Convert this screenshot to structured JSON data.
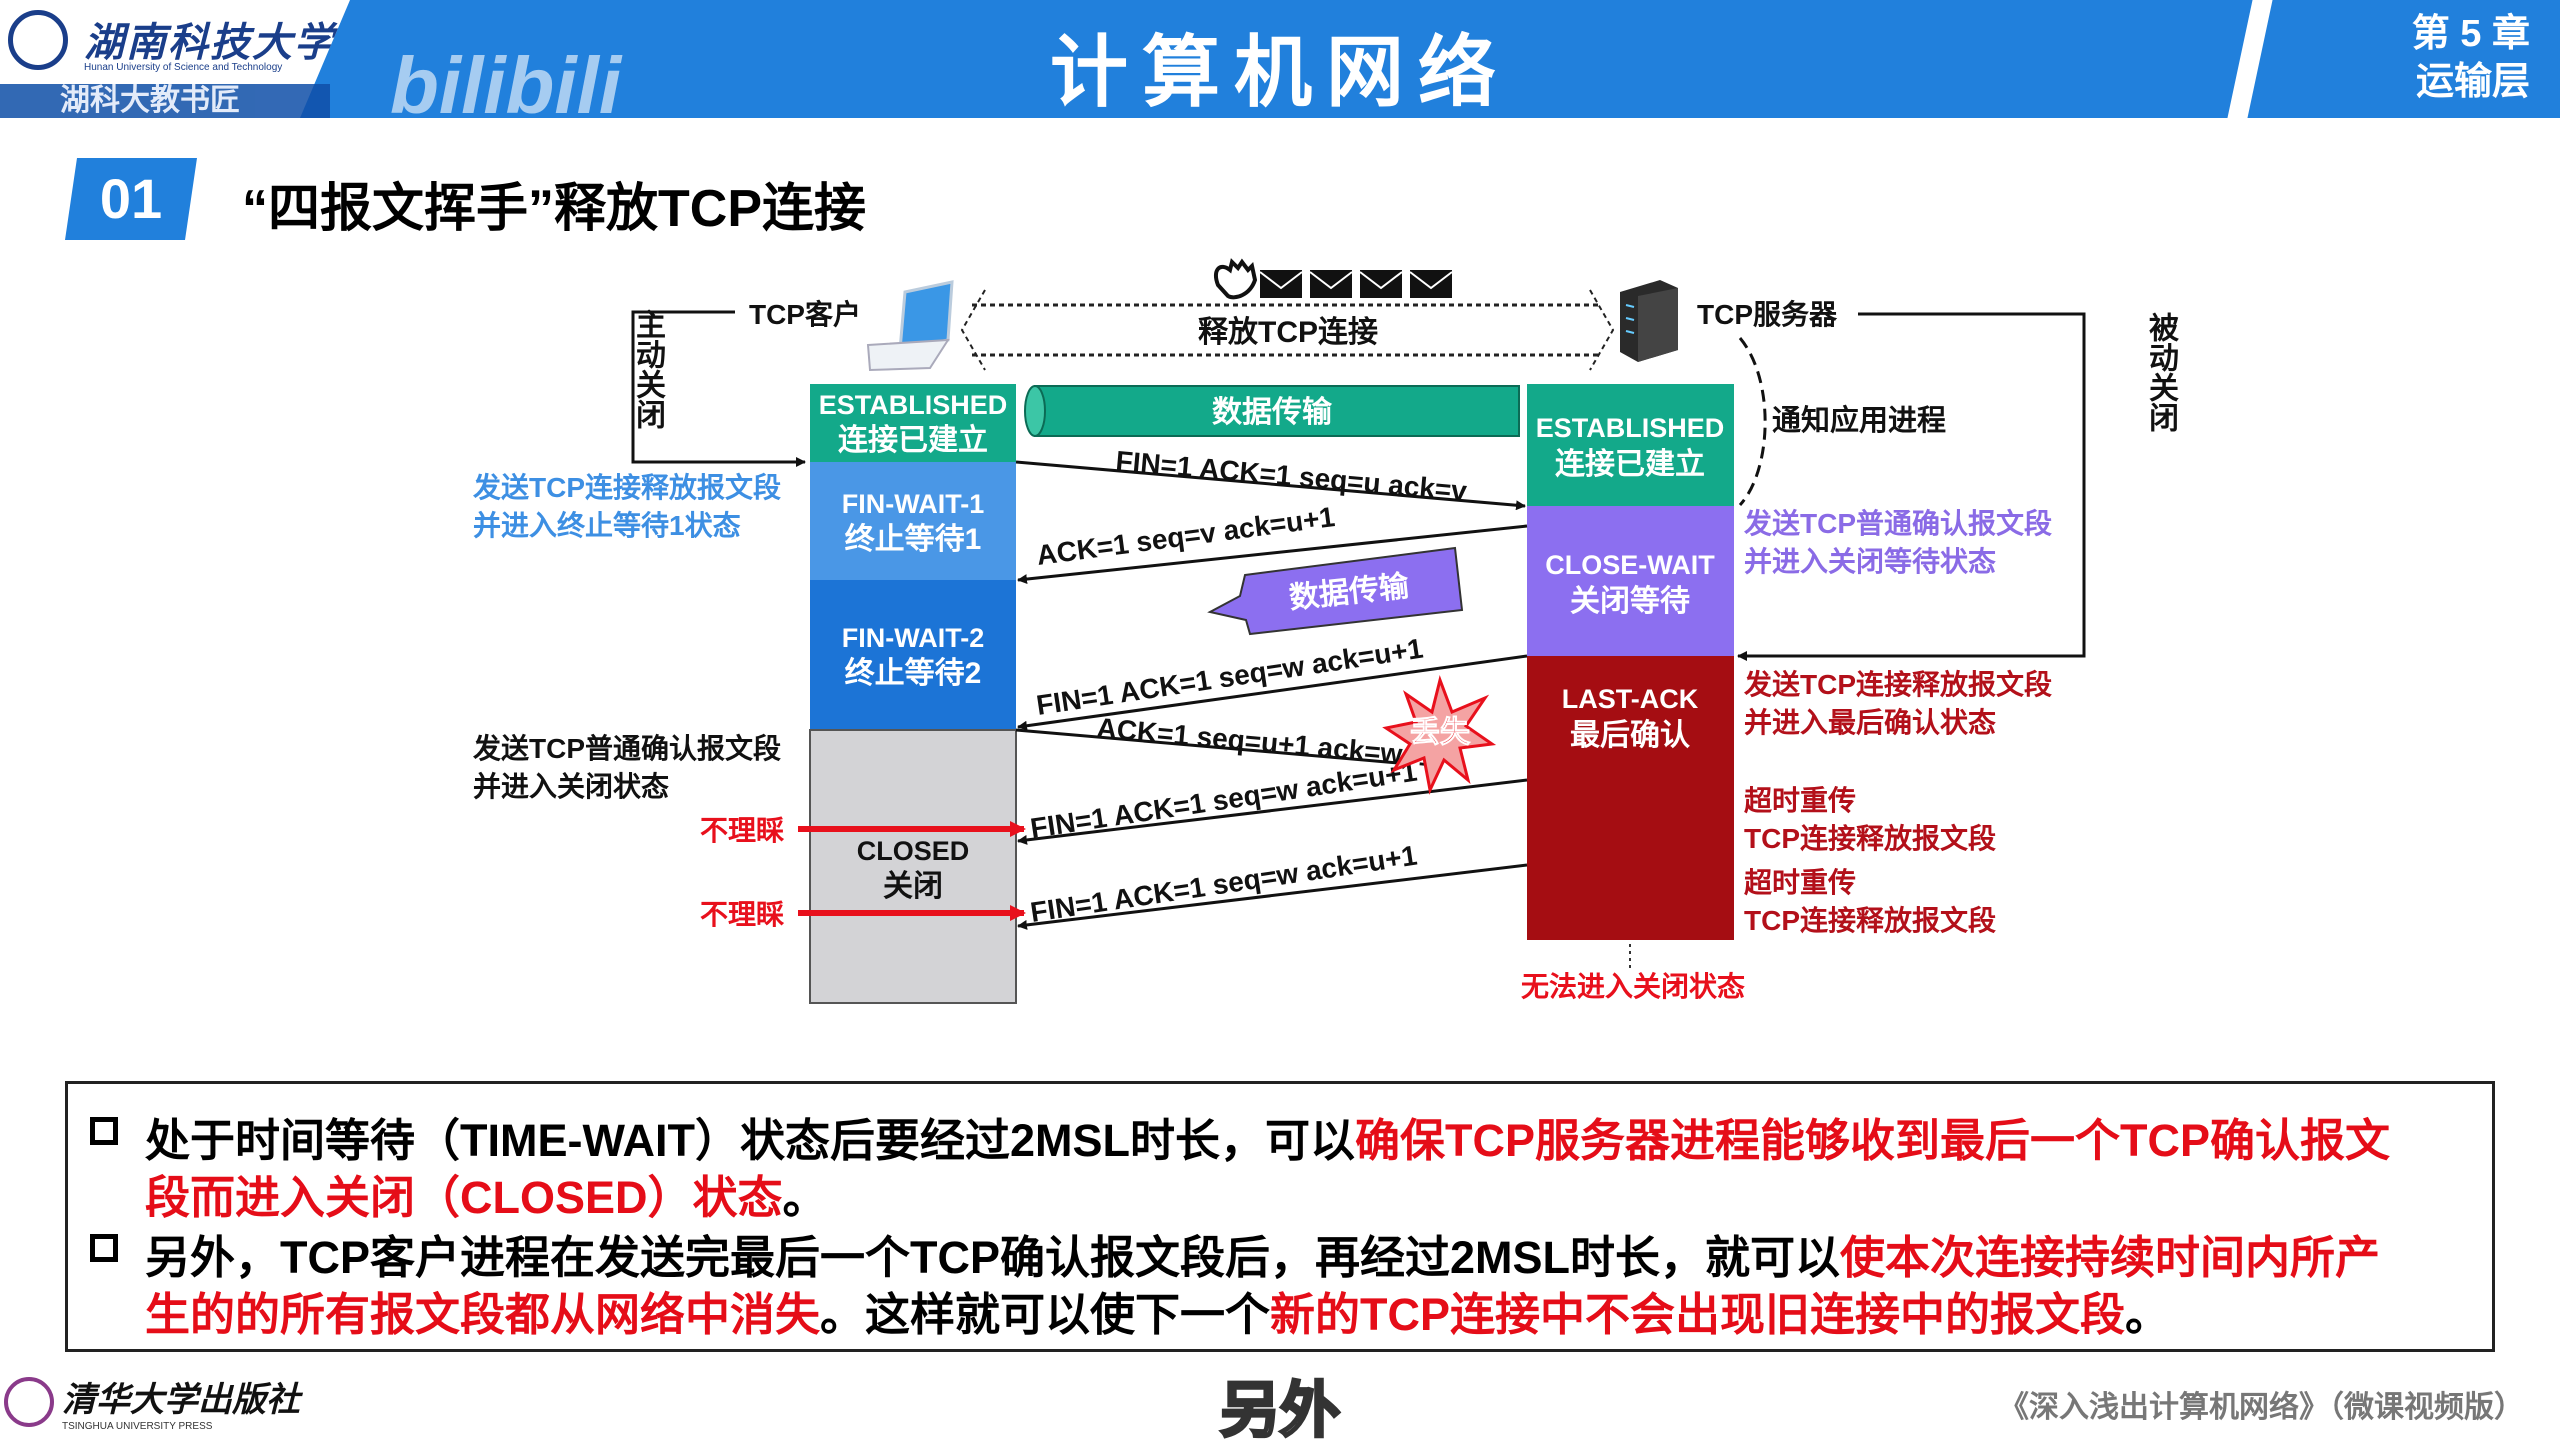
{
  "header": {
    "logo_name": "湖南科技大学",
    "logo_en": "Hunan University of Science and Technology",
    "logo_strip": "湖科大教书匠",
    "watermark": "bilibili",
    "title": "计算机网络",
    "chapter": "第 5 章",
    "chapter_name": "运输层"
  },
  "section": {
    "number": "01",
    "title": "“四报文挥手”释放TCP连接"
  },
  "diagram": {
    "client_label": "TCP客户",
    "server_label": "TCP服务器",
    "release_label": "释放TCP连接",
    "active_close": "主动关闭",
    "passive_close": "被动关闭",
    "notify_app": "通知应用进程",
    "data_transfer": "数据传输",
    "data_transfer2": "数据传输",
    "lost": "丢失",
    "client_states": [
      {
        "en": "ESTABLISHED",
        "zh": "连接已建立",
        "color": "#13a98a"
      },
      {
        "en": "FIN-WAIT-1",
        "zh": "终止等待1",
        "color": "#4a97e6"
      },
      {
        "en": "FIN-WAIT-2",
        "zh": "终止等待2",
        "color": "#1c74d6"
      },
      {
        "en": "CLOSED",
        "zh": "关闭",
        "color": "#d3d3d6"
      }
    ],
    "server_states": [
      {
        "en": "ESTABLISHED",
        "zh": "连接已建立",
        "color": "#13a98a"
      },
      {
        "en": "CLOSE-WAIT",
        "zh": "关闭等待",
        "color": "#8c6ff0"
      },
      {
        "en": "LAST-ACK",
        "zh": "最后确认",
        "color": "#a50d12"
      }
    ],
    "segments": [
      "FIN=1    ACK=1    seq=u    ack=v",
      "ACK=1    seq=v    ack=u+1",
      "FIN=1     ACK=1     seq=w     ack=u+1",
      "ACK=1 seq=u+1 ack=w+1",
      "FIN=1 ACK=1 seq=w ack=u+1",
      "FIN=1 ACK=1 seq=w ack=u+1"
    ],
    "left_notes": {
      "fin_wait1": [
        "发送TCP连接释放报文段",
        "并进入终止等待1状态"
      ],
      "closed": [
        "发送TCP普通确认报文段",
        "并进入关闭状态"
      ],
      "ignore1": "不理睬",
      "ignore2": "不理睬"
    },
    "right_notes": {
      "close_wait": [
        "发送TCP普通确认报文段",
        "并进入关闭等待状态"
      ],
      "last_ack": [
        "发送TCP连接释放报文段",
        "并进入最后确认状态"
      ],
      "retx1": [
        "超时重传",
        "TCP连接释放报文段"
      ],
      "retx2": [
        "超时重传",
        "TCP连接释放报文段"
      ],
      "cannot_close": "无法进入关闭状态"
    },
    "colors": {
      "blue_note": "#3d8fe3",
      "purple_note": "#8a6be6",
      "red_note": "#b3101a",
      "bright_red": "#e8101c"
    }
  },
  "notes": [
    {
      "segments": [
        {
          "t": "处于时间等待（TIME-WAIT）状态后要经过2MSL时长，可以",
          "red": false
        },
        {
          "t": "确保TCP服务器进程能够收到最后一个TCP确认报文",
          "red": true
        }
      ]
    },
    {
      "segments": [
        {
          "t": "段而进入关闭（CLOSED）状态",
          "red": true
        },
        {
          "t": "。",
          "red": false
        }
      ]
    },
    {
      "segments": [
        {
          "t": "另外，TCP客户进程在发送完最后一个TCP确认报文段后，再经过2MSL时长，就可以",
          "red": false
        },
        {
          "t": "使本次连接持续时间内所产",
          "red": true
        }
      ]
    },
    {
      "segments": [
        {
          "t": "生的的所有报文段都从网络中消失",
          "red": true
        },
        {
          "t": "。这样就可以使下一个",
          "red": false
        },
        {
          "t": "新的TCP连接中不会出现旧连接中的报文段",
          "red": true
        },
        {
          "t": "。",
          "red": false
        }
      ]
    }
  ],
  "footer": {
    "publisher": "清华大学出版社",
    "publisher_en": "TSINGHUA UNIVERSITY PRESS",
    "subtitle": "另外",
    "book": "《深入浅出计算机网络》（微课视频版）"
  }
}
